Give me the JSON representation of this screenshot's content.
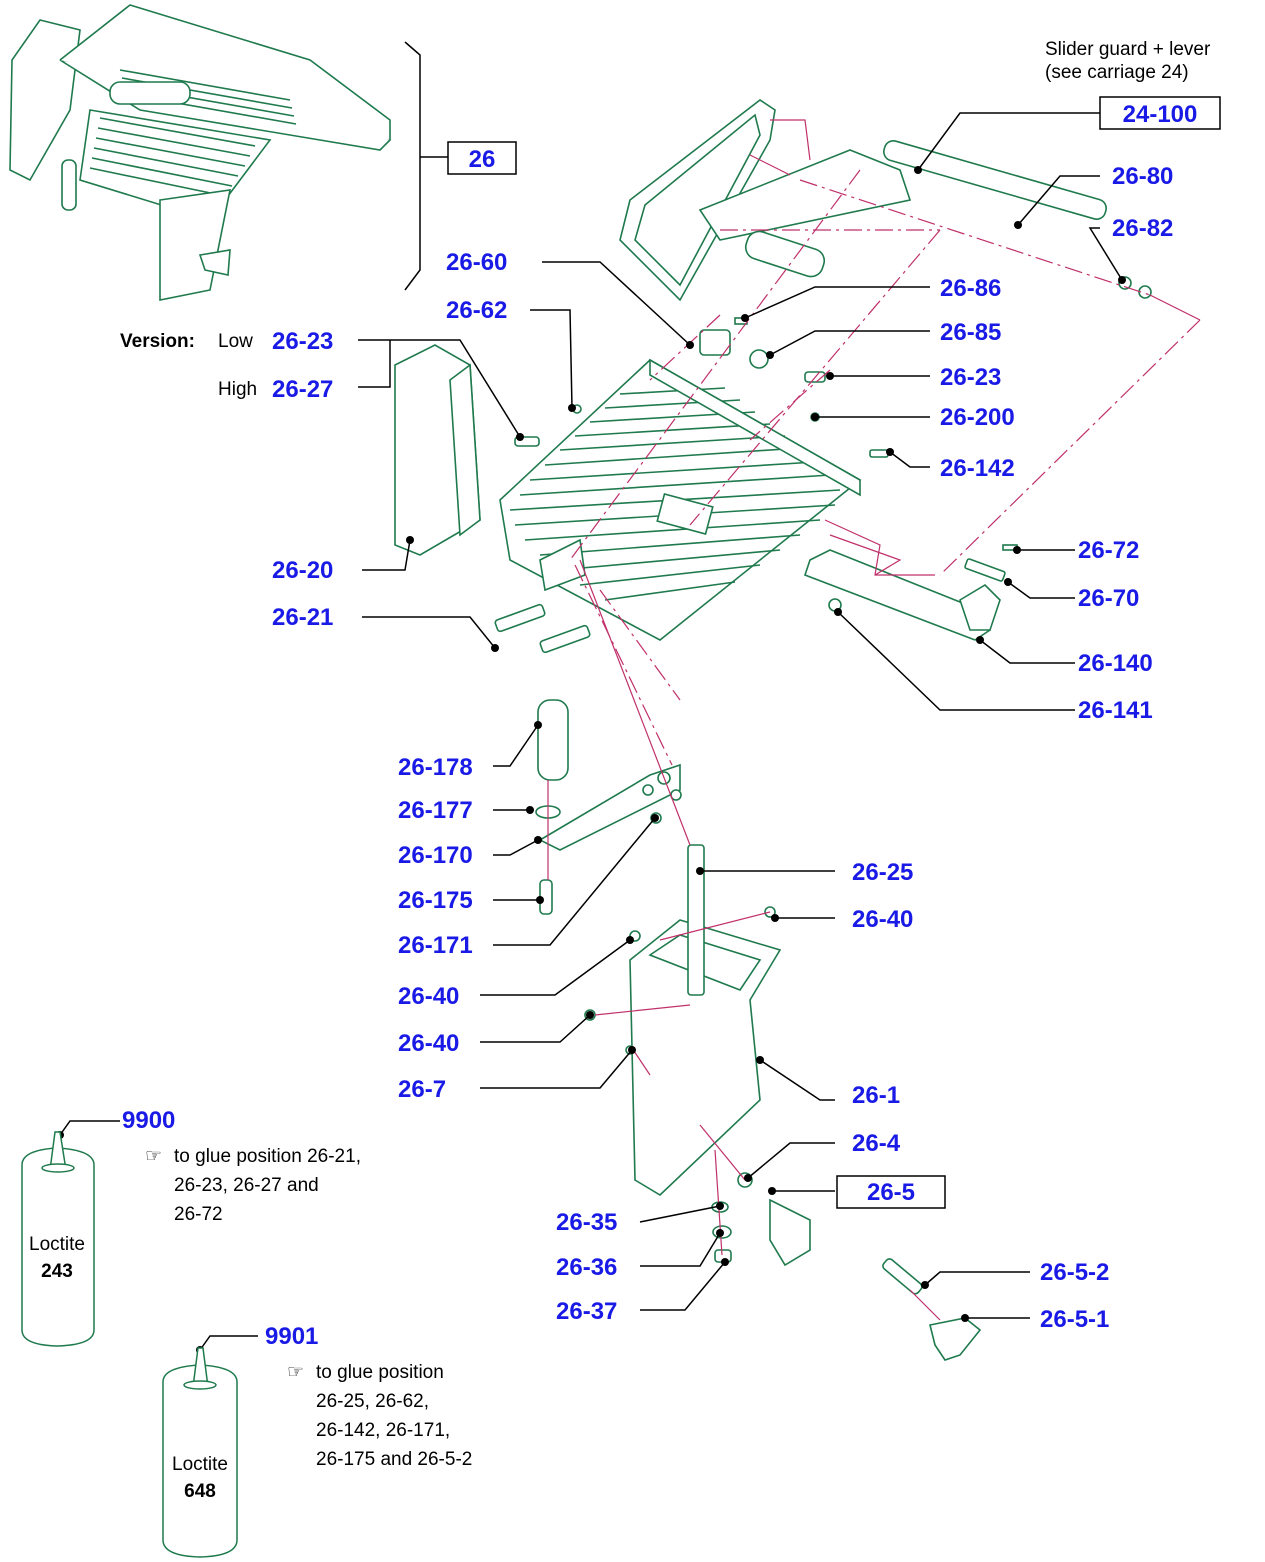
{
  "callouts": {
    "c26": "26",
    "c24_100": "24-100",
    "c26_80": "26-80",
    "c26_82": "26-82",
    "c26_60": "26-60",
    "c26_86": "26-86",
    "c26_62": "26-62",
    "c26_85": "26-85",
    "c26_23_left": "26-23",
    "c26_27": "26-27",
    "c26_23_right": "26-23",
    "c26_200": "26-200",
    "c26_142": "26-142",
    "c26_20": "26-20",
    "c26_21": "26-21",
    "c26_72": "26-72",
    "c26_70": "26-70",
    "c26_140": "26-140",
    "c26_141": "26-141",
    "c26_178": "26-178",
    "c26_177": "26-177",
    "c26_170": "26-170",
    "c26_175": "26-175",
    "c26_171": "26-171",
    "c26_25": "26-25",
    "c26_40_a": "26-40",
    "c26_40_b": "26-40",
    "c26_40_c": "26-40",
    "c26_7": "26-7",
    "c26_1": "26-1",
    "c26_4": "26-4",
    "c26_5": "26-5",
    "c26_35": "26-35",
    "c26_36": "26-36",
    "c26_37": "26-37",
    "c26_5_2": "26-5-2",
    "c26_5_1": "26-5-1",
    "c9900": "9900",
    "c9901": "9901"
  },
  "notes": {
    "slider_line1": "Slider guard + lever",
    "slider_line2": "(see carriage 24)",
    "version_label": "Version:",
    "low": "Low",
    "high": "High",
    "glue1_line1": "to glue position 26-21,",
    "glue1_line2": "26-23, 26-27 and",
    "glue1_line3": "26-72",
    "glue2_line1": "to glue position",
    "glue2_line2": "26-25, 26-62,",
    "glue2_line3": "26-142, 26-171,",
    "glue2_line4": "26-175 and 26-5-2",
    "pointer_icon": "☞"
  },
  "bottles": {
    "b1_brand": "Loctite",
    "b1_number": "243",
    "b2_brand": "Loctite",
    "b2_number": "648"
  },
  "colors": {
    "callout": "#1a1ae6",
    "part_line": "#1f7a4d",
    "axis_line": "#c0306a"
  }
}
